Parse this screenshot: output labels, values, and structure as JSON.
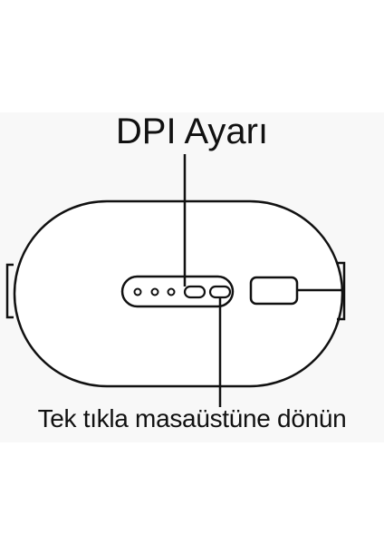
{
  "title": "DPI Ayarı",
  "caption": "Tek tıkla masaüstüne dönün",
  "colors": {
    "background": "#ffffff",
    "band": "#f8f8f8",
    "stroke": "#111111",
    "text": "#111111"
  },
  "icons": {
    "device": "mouse-underside-outline",
    "dpi_button": "dpi-button-icon",
    "desktop_button": "desktop-button-icon",
    "sensor": "sensor-window-icon"
  }
}
